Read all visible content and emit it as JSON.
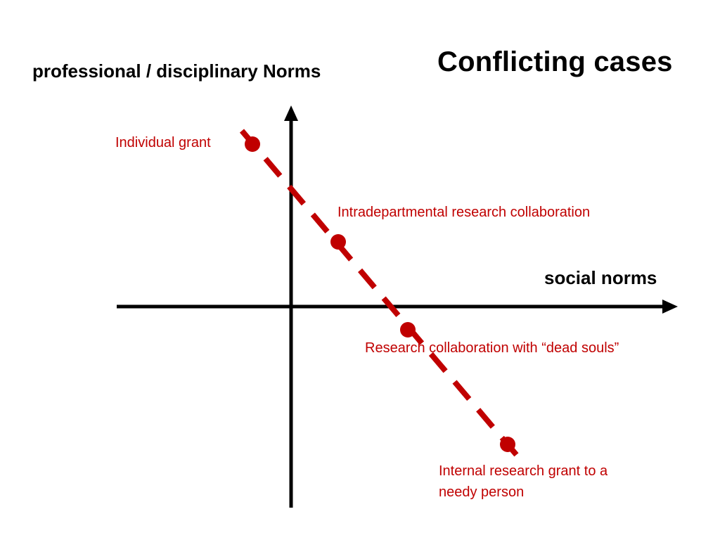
{
  "slide": {
    "title": "Conflicting cases",
    "y_axis_label": "professional / disciplinary Norms",
    "x_axis_label": "social norms"
  },
  "points": [
    {
      "label": "Individual grant"
    },
    {
      "label": "Intradepartmental research collaboration"
    },
    {
      "label": "Research collaboration with “dead souls”"
    },
    {
      "label_line1": "Internal research grant to a",
      "label_line2": "needy person"
    }
  ],
  "colors": {
    "axis": "#000000",
    "trend_line": "#c00000",
    "point": "#c00000",
    "point_label": "#c00000"
  }
}
